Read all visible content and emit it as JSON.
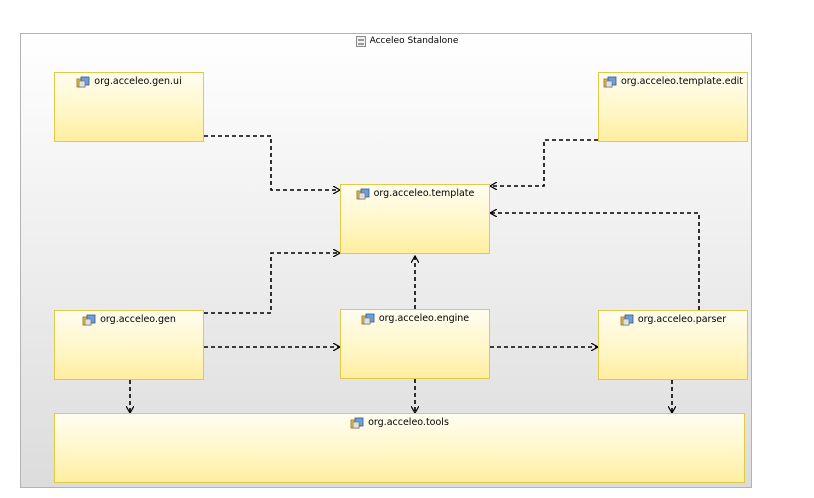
{
  "diagram": {
    "title": "Acceleo Standalone",
    "nodes": [
      {
        "id": "gen-ui",
        "label": "org.acceleo.gen.ui"
      },
      {
        "id": "template-edit",
        "label": "org.acceleo.template.edit"
      },
      {
        "id": "template",
        "label": "org.acceleo.template"
      },
      {
        "id": "gen",
        "label": "org.acceleo.gen"
      },
      {
        "id": "engine",
        "label": "org.acceleo.engine"
      },
      {
        "id": "parser",
        "label": "org.acceleo.parser"
      },
      {
        "id": "tools",
        "label": "org.acceleo.tools"
      }
    ],
    "edges": [
      {
        "from": "gen-ui",
        "to": "template"
      },
      {
        "from": "template-edit",
        "to": "template"
      },
      {
        "from": "gen",
        "to": "template"
      },
      {
        "from": "engine",
        "to": "template"
      },
      {
        "from": "parser",
        "to": "template"
      },
      {
        "from": "gen",
        "to": "engine"
      },
      {
        "from": "engine",
        "to": "parser"
      },
      {
        "from": "gen",
        "to": "tools"
      },
      {
        "from": "engine",
        "to": "tools"
      },
      {
        "from": "parser",
        "to": "tools"
      }
    ],
    "icon": "package-icon",
    "colors": {
      "node_border": "#e3c94a",
      "node_fill": "#fff6c4",
      "edge": "#000000"
    }
  }
}
